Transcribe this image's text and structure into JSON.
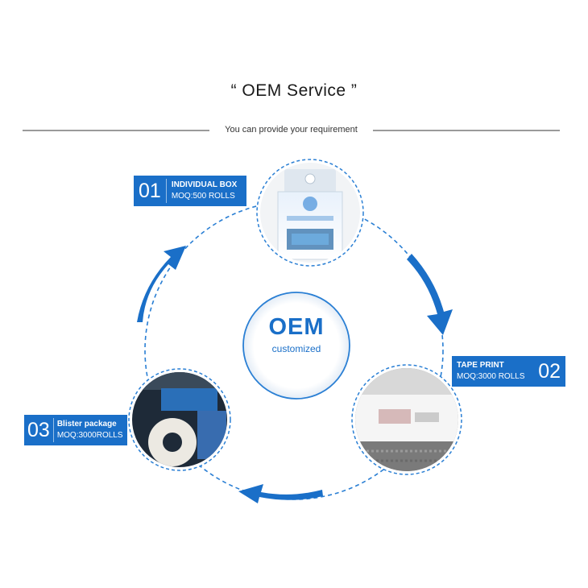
{
  "header": {
    "title": "“ OEM Service ”",
    "subtitle": "You can provide your requirement"
  },
  "center": {
    "title": "OEM",
    "subtitle": "customized"
  },
  "steps": [
    {
      "number": "01",
      "title": "INDIVIDUAL BOX",
      "moq": "MOQ:500 ROLLS"
    },
    {
      "number": "02",
      "title": "TAPE PRINT",
      "moq": "MOQ:3000 ROLLS"
    },
    {
      "number": "03",
      "title": "Blister package",
      "moq": "MOQ:3000ROLLS"
    }
  ],
  "colors": {
    "accent": "#1a6fc8",
    "dashed": "#2a7fd4",
    "rule": "#9a9a9a"
  }
}
